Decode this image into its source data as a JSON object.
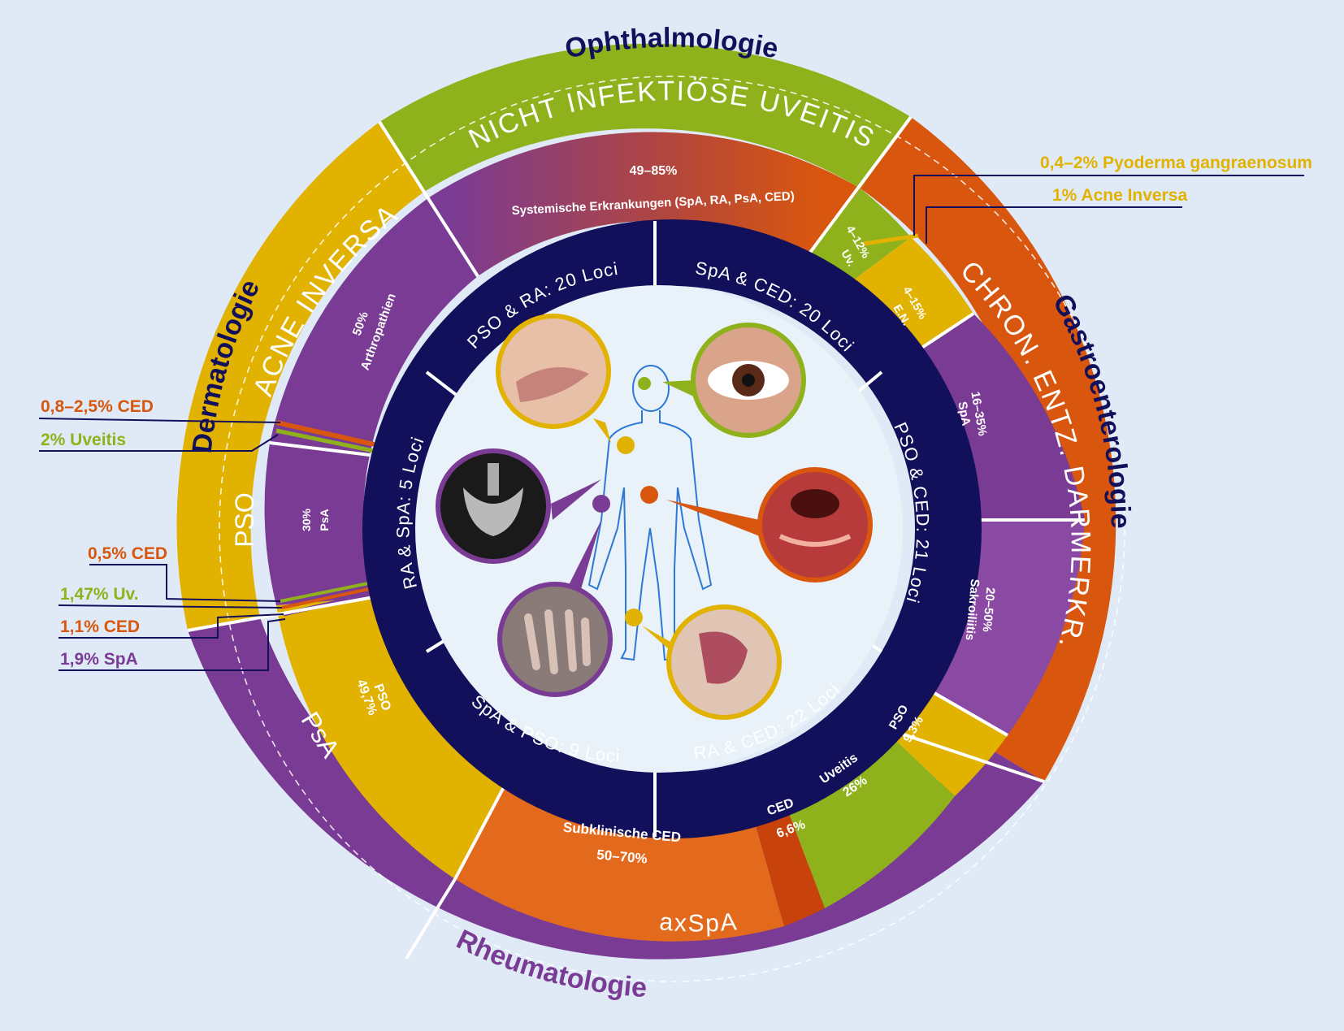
{
  "colors": {
    "background": "#dfeaf6",
    "purple": "#7a3b94",
    "purple_light": "#8a4aa3",
    "green": "#8fb21c",
    "orange": "#d9560e",
    "orange_light": "#e36a1d",
    "yellow": "#e2b200",
    "navy": "#12105a",
    "white": "#ffffff"
  },
  "disciplines": {
    "ophthalmologie": "Ophthalmologie",
    "dermatologie": "Dermatologie",
    "gastroenterologie": "Gastroenterologie",
    "rheumatologie": "Rheumatologie"
  },
  "diseases": {
    "uveitis": "NICHT INFEKTIÖSE UVEITIS",
    "acne_inversa": "ACNE INVERSA",
    "pso": "PSO",
    "ced": "CHRON. ENTZ. DARMERKR.",
    "psa": "PsA",
    "axspa": "axSpA"
  },
  "comorbidities": {
    "sys_pct": "49–85%",
    "sys_text": "Systemische Erkrankungen (SpA, RA, PsA, CED)",
    "uv_ced_pct": "4–12%",
    "uv_ced_text": "Uv.",
    "en_pct": "4–15%",
    "en_text": "E.N.",
    "spa_ced_pct": "16–35%",
    "spa_ced_text": "SpA",
    "sak_pct": "20–50%",
    "sak_text": "Sakroiliitis",
    "pso_ax_text": "PSO",
    "pso_ax_pct": "9,3%",
    "uv_ax_text": "Uveitis",
    "uv_ax_pct": "26%",
    "ced_ax_text": "CED",
    "ced_ax_pct": "6,6%",
    "subkl_text": "Subklinische CED",
    "subkl_pct": "50–70%",
    "pso_psa_text": "PSO",
    "pso_psa_pct": "49,7%",
    "psa_pso_pct": "30%",
    "psa_pso_text": "PsA",
    "arthro_pct": "50%",
    "arthro_text": "Arthropathien"
  },
  "loci": {
    "pso_ra": "PSO & RA: 20 Loci",
    "spa_ced": "SpA & CED: 20 Loci",
    "pso_ced": "PSO & CED: 21 Loci",
    "ra_ced": "RA & CED: 22 Loci",
    "spa_pso": "SpA & PSO: 9 Loci",
    "ra_spa": "RA & SpA: 5 Loci"
  },
  "callouts": {
    "pyoderma": "0,4–2% Pyoderma gangraenosum",
    "acne": "1% Acne Inversa",
    "ced_08": "0,8–2,5% CED",
    "uv_2": "2% Uveitis",
    "ced_05": "0,5% CED",
    "uv_147": "1,47% Uv.",
    "ced_11": "1,1% CED",
    "spa_19": "1,9% SpA"
  },
  "icons": [
    "body-outline-icon",
    "eye-photo-icon",
    "skin-photo-icon",
    "pelvis-xray-icon",
    "hand-photo-icon",
    "intestine-photo-icon",
    "leg-skin-photo-icon"
  ]
}
